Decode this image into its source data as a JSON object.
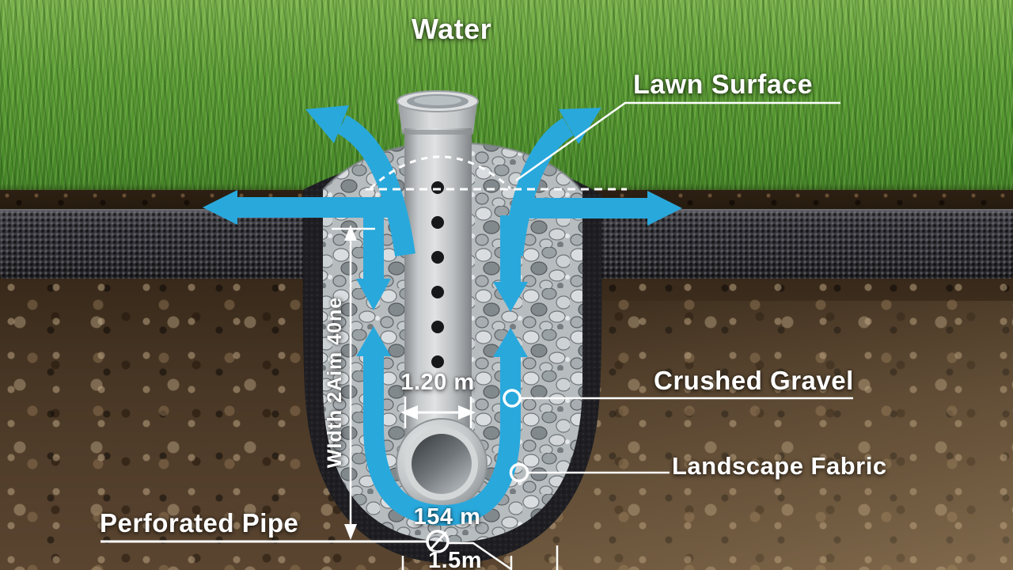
{
  "scene": {
    "description": "Cross-section infographic of a lawn French drain: perforated pipe in a gravel-filled, fabric-lined trench with water flow arrows"
  },
  "labels": {
    "water": "Water",
    "lawn_surface": "Lawn Surface",
    "crushed_gravel": "Crushed Gravel",
    "landscape_fabric": "Landscape Fabric",
    "perforated_pipe": "Perforated Pipe"
  },
  "dimensions": {
    "pipe_width": "1.20 m",
    "gravel_run_length": "154 m",
    "trench_bottom_width": "1.5m",
    "depth_note_vertical": "WIdth 2Aim 40ne"
  },
  "colors": {
    "water_arrow": "#29a8dc",
    "grass": "#4f902c",
    "grass_light": "#7cb24c",
    "soil": "#4a3826",
    "fabric": "#333338",
    "gravel": "#b7bcbf",
    "pipe": "#c9cccd",
    "annotation": "#ffffff"
  }
}
